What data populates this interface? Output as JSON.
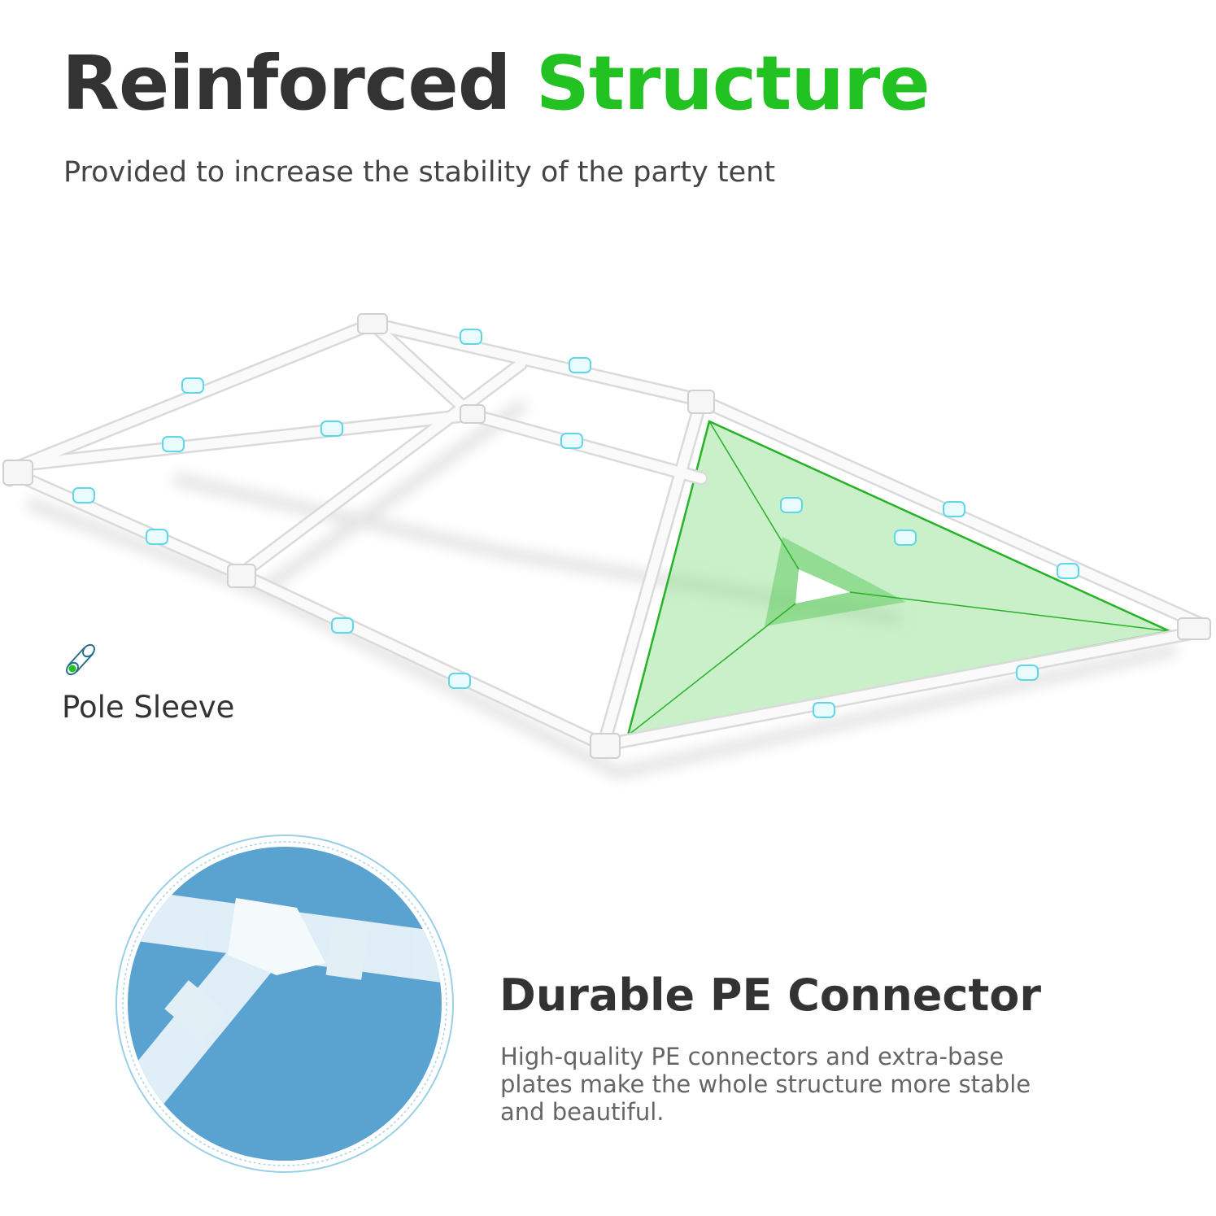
{
  "header": {
    "title_part1": "Reinforced",
    "title_part2": "Structure",
    "subtitle": "Provided to increase the stability of the party tent"
  },
  "legend": {
    "icon": "pole-sleeve-icon",
    "label": "Pole Sleeve"
  },
  "feature": {
    "title": "Durable PE Connector",
    "description": "High-quality PE connectors and extra-base plates make the whole structure more stable and beautiful."
  },
  "colors": {
    "accent_green": "#22c222",
    "title_dark": "#333333",
    "detail_blue": "#5aa3d0",
    "sleeve_cyan": "#5fd7e6"
  }
}
